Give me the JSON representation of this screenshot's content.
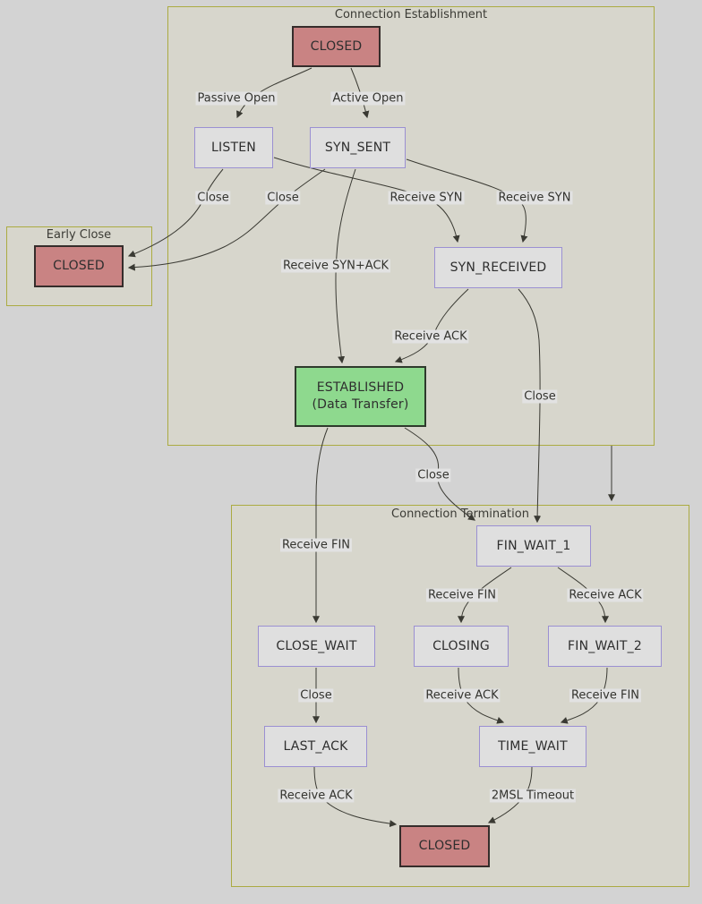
{
  "colors": {
    "page_bg": "#d3d3d3",
    "cluster_bg": "#d7d6cc",
    "cluster_border": "#abab42",
    "node_fill": "#dfdfdf",
    "node_border": "#9b90d2",
    "closed_fill": "#c98383",
    "closed_border": "#352d2b",
    "established_fill": "#8ed98e",
    "edge_color": "#3a3a33",
    "text_color": "#2e2e2e",
    "label_bg": "#e2e2e2"
  },
  "diagram": {
    "clusters": {
      "establishment": {
        "title": "Connection Establishment"
      },
      "early_close": {
        "title": "Early Close"
      },
      "termination": {
        "title": "Connection Termination"
      }
    },
    "nodes": {
      "closed_top": {
        "label": "CLOSED"
      },
      "listen": {
        "label": "LISTEN"
      },
      "syn_sent": {
        "label": "SYN_SENT"
      },
      "closed_early": {
        "label": "CLOSED"
      },
      "syn_received": {
        "label": "SYN_RECEIVED"
      },
      "established": {
        "label": "ESTABLISHED",
        "sublabel": "(Data Transfer)"
      },
      "fin_wait_1": {
        "label": "FIN_WAIT_1"
      },
      "close_wait": {
        "label": "CLOSE_WAIT"
      },
      "closing": {
        "label": "CLOSING"
      },
      "fin_wait_2": {
        "label": "FIN_WAIT_2"
      },
      "last_ack": {
        "label": "LAST_ACK"
      },
      "time_wait": {
        "label": "TIME_WAIT"
      },
      "closed_bottom": {
        "label": "CLOSED"
      }
    },
    "edge_labels": {
      "passive_open": "Passive Open",
      "active_open": "Active Open",
      "listen_close": "Close",
      "syn_sent_close": "Close",
      "listen_receive_syn": "Receive SYN",
      "syn_sent_receive_syn": "Receive SYN",
      "receive_syn_ack": "Receive SYN+ACK",
      "receive_ack_established": "Receive ACK",
      "syn_received_close": "Close",
      "established_close": "Close",
      "established_receive_fin": "Receive FIN",
      "fw1_receive_fin": "Receive FIN",
      "fw1_receive_ack": "Receive ACK",
      "close_wait_close": "Close",
      "closing_receive_ack": "Receive ACK",
      "fw2_receive_fin": "Receive FIN",
      "last_ack_receive_ack": "Receive ACK",
      "time_wait_2msl": "2MSL Timeout"
    }
  }
}
